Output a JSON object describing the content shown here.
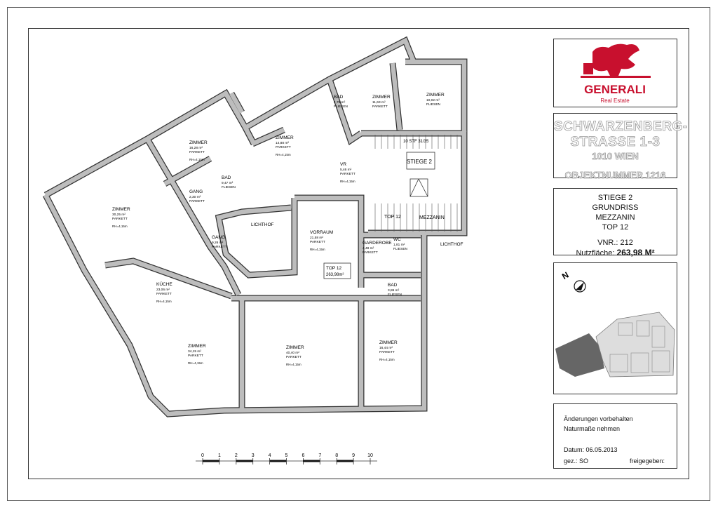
{
  "title_block": {
    "logo": {
      "brand": "GENERALI",
      "sub": "Real Estate",
      "color": "#c8102e"
    },
    "address": {
      "line1": "SCHWARZENBERG-",
      "line2": "STRASSE 1-3",
      "city": "1010 WIEN",
      "object": "OBJEKTNUMMER 1216"
    },
    "info": {
      "stair": "STIEGE 2",
      "type": "GRUNDRISS",
      "floor": "MEZZANIN",
      "unit": "TOP 12",
      "vnr": "VNR.: 212",
      "area_label": "Nutzfläche:",
      "area_value": "263,98 M²"
    },
    "map": {
      "north_label": "N"
    },
    "notes": {
      "line1": "Änderungen vorbehalten",
      "line2": "Naturmaße nehmen",
      "date": "Datum: 06.05.2013",
      "drawn": "gez.: SO",
      "approved": "freigegeben:"
    }
  },
  "plan": {
    "rooms": [
      {
        "name": "ZIMMER",
        "area": "30,25 m²",
        "floor": "PARKETT",
        "height": "RH=4,15m"
      },
      {
        "name": "ZIMMER",
        "area": "16,28 m²",
        "floor": "PARKETT",
        "height": "RH=4,15m"
      },
      {
        "name": "GANG",
        "area": "2,30 m²",
        "floor": "PARKETT",
        "height": ""
      },
      {
        "name": "BAD",
        "area": "9,47 m²",
        "floor": "FLIESEN",
        "height": ""
      },
      {
        "name": "ZIMMER",
        "area": "14,88 m²",
        "floor": "PARKETT",
        "height": "RH=4,15m"
      },
      {
        "name": "BAD",
        "area": "4,78 m²",
        "floor": "FLIESEN",
        "height": ""
      },
      {
        "name": "ZIMMER",
        "area": "11,63 m²",
        "floor": "PARKETT",
        "height": ""
      },
      {
        "name": "ZIMMER",
        "area": "10,02 m²",
        "floor": "FLIESEN",
        "height": ""
      },
      {
        "name": "VR",
        "area": "5,46 m²",
        "floor": "PARKETT",
        "height": "RH=4,15m"
      },
      {
        "name": "GANG",
        "area": "9,26 m²",
        "floor": "PARKETT",
        "height": ""
      },
      {
        "name": "LICHTHOF",
        "area": "",
        "floor": "",
        "height": ""
      },
      {
        "name": "VORRAUM",
        "area": "21,58 m²",
        "floor": "PARKETT",
        "height": "RH=4,15m"
      },
      {
        "name": "GARDEROBE",
        "area": "4,48 m²",
        "floor": "PARKETT",
        "height": ""
      },
      {
        "name": "WC",
        "area": "1,81 m²",
        "floor": "FLIESEN",
        "height": ""
      },
      {
        "name": "KÜCHE",
        "area": "23,06 m²",
        "floor": "PARKETT",
        "height": "RH=4,15m"
      },
      {
        "name": "BAD",
        "area": "3,86 m²",
        "floor": "FLIESEN",
        "height": ""
      },
      {
        "name": "ZIMMER",
        "area": "34,15 m²",
        "floor": "PARKETT",
        "height": "RH=4,15m"
      },
      {
        "name": "ZIMMER",
        "area": "40,40 m²",
        "floor": "PARKETT",
        "height": "RH=4,15m"
      },
      {
        "name": "ZIMMER",
        "area": "16,44 m²",
        "floor": "PARKETT",
        "height": "RH=4,15m"
      }
    ],
    "labels": {
      "stair": "STIEGE 2",
      "mezzanin": "MEZZANIN",
      "lichthof_right": "LICHTHOF",
      "top_marker": "TOP 12",
      "unit_box_title": "TOP 12",
      "unit_box_area": "263,98m²",
      "stair_steps": "10 STF 31/35"
    },
    "scale": {
      "ticks": [
        "0",
        "1",
        "2",
        "3",
        "4",
        "5",
        "6",
        "7",
        "8",
        "9",
        "10"
      ]
    }
  }
}
